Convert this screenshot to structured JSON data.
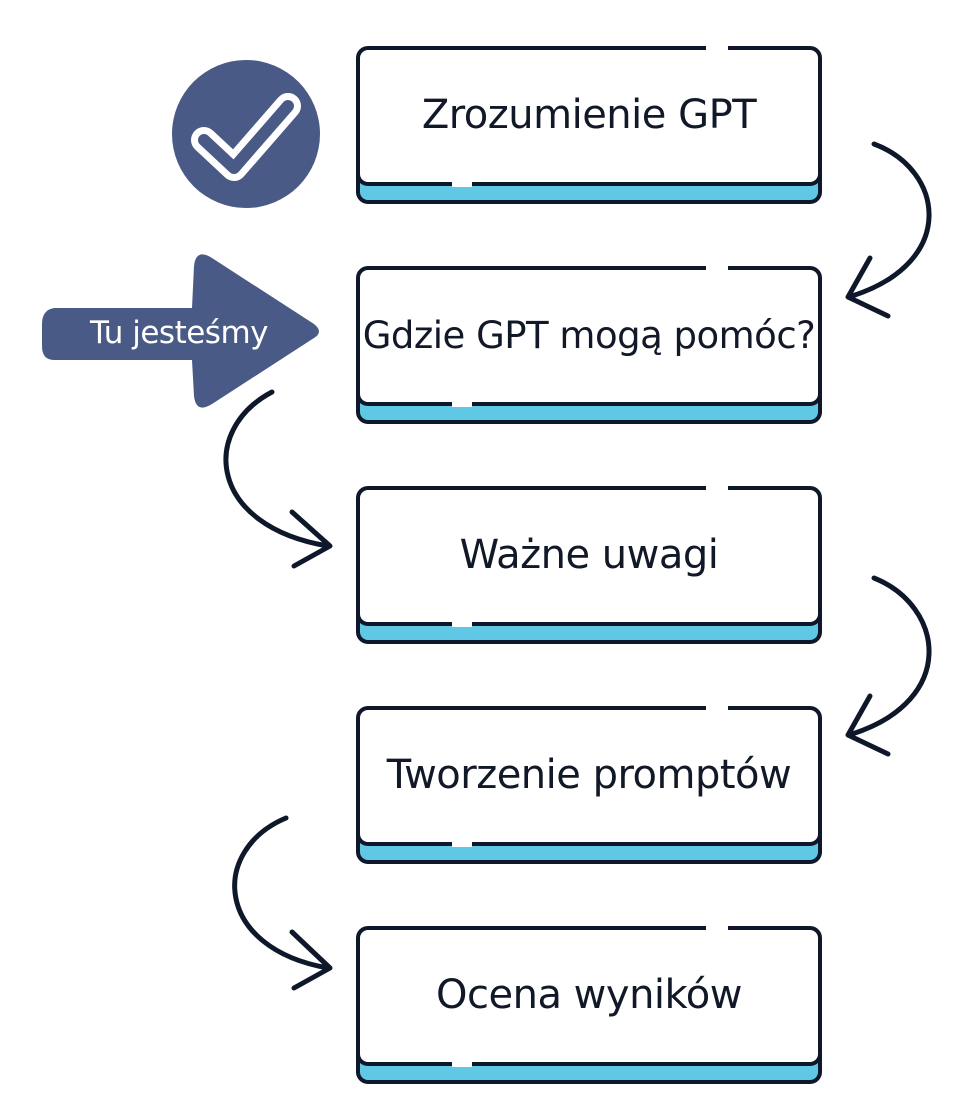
{
  "diagram": {
    "steps": [
      {
        "label": "Zrozumienie GPT",
        "completed": true
      },
      {
        "label": "Gdzie GPT mogą pomóc?",
        "current": true
      },
      {
        "label": "Ważne uwagi"
      },
      {
        "label": "Tworzenie promptów"
      },
      {
        "label": "Ocena wyników"
      }
    ],
    "current_marker": {
      "label": "Tu jesteśmy"
    },
    "completed_marker": {
      "icon": "check-icon"
    },
    "colors": {
      "box_border": "#0f172a",
      "box_accent": "#5ec8e5",
      "marker": "#4a5a86",
      "arrow": "#0f172a"
    }
  }
}
